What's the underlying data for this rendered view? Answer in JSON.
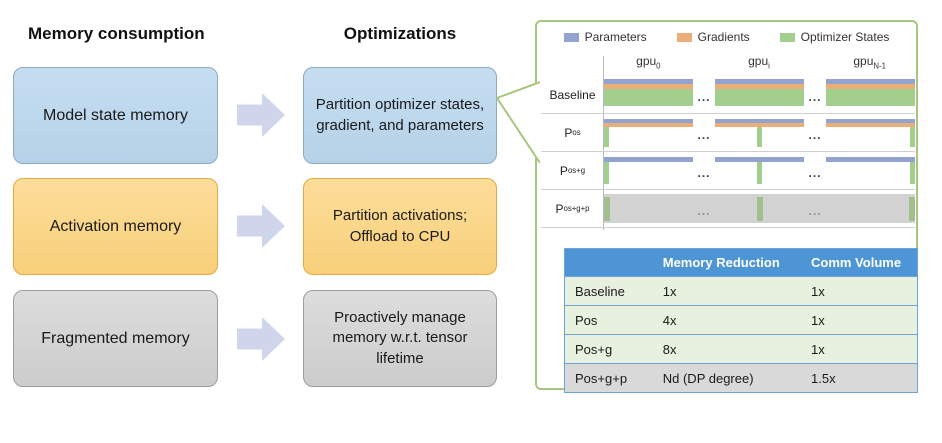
{
  "headers": {
    "left": "Memory consumption",
    "middle": "Optimizations"
  },
  "flow": {
    "rows": [
      {
        "memory": "Model state memory",
        "optimization": "Partition optimizer states, gradient, and parameters",
        "color": "#bdd7ee"
      },
      {
        "memory": "Activation memory",
        "optimization": "Partition activations;\nOffload to CPU",
        "color": "#fad482"
      },
      {
        "memory": "Fragmented memory",
        "optimization": "Proactively manage memory w.r.t. tensor lifetime",
        "color": "#d6d6d6"
      }
    ]
  },
  "panel": {
    "legend": [
      {
        "label": "Parameters",
        "color": "#92a3d0"
      },
      {
        "label": "Gradients",
        "color": "#eaaf79"
      },
      {
        "label": "Optimizer States",
        "color": "#a2cf8d"
      }
    ],
    "columns": [
      {
        "base": "gpu",
        "sub": "0"
      },
      {
        "base": "gpu",
        "sub": "i"
      },
      {
        "base": "gpu",
        "sub": "N-1"
      }
    ],
    "rows": [
      {
        "base": "Baseline",
        "sub": "",
        "type": "baseline"
      },
      {
        "base": "P",
        "sub": "os",
        "type": "os"
      },
      {
        "base": "P",
        "sub": "os+g",
        "type": "os_g"
      },
      {
        "base": "P",
        "sub": "os+g+p",
        "type": "os_g_p"
      }
    ],
    "dots": "...",
    "table": {
      "headers": [
        "",
        "Memory Reduction",
        "Comm Volume"
      ],
      "rows": [
        {
          "name": "Baseline",
          "memory_reduction": "1x",
          "comm_volume": "1x",
          "shade": "green"
        },
        {
          "name": "Pos",
          "memory_reduction": "4x",
          "comm_volume": "1x",
          "shade": "green"
        },
        {
          "name": "Pos+g",
          "memory_reduction": "8x",
          "comm_volume": "1x",
          "shade": "green"
        },
        {
          "name": "Pos+g+p",
          "memory_reduction": "Nd (DP degree)",
          "comm_volume": "1.5x",
          "shade": "gray"
        }
      ]
    }
  }
}
